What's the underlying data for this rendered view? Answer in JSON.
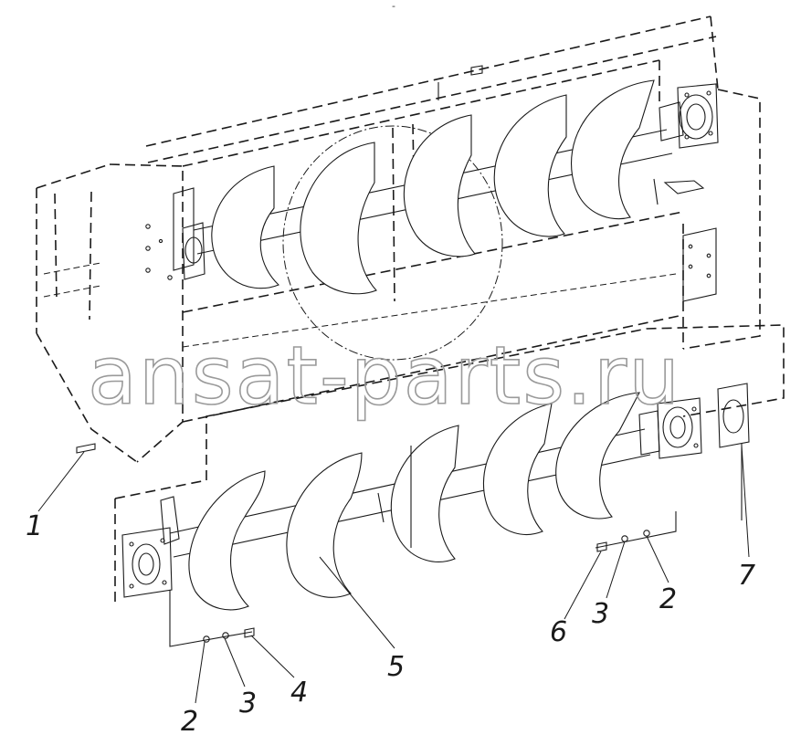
{
  "watermark": "ansat-parts.ru",
  "top_mark": "-",
  "callouts": [
    {
      "id": "c1",
      "text": "1"
    },
    {
      "id": "c2a",
      "text": "2"
    },
    {
      "id": "c3a",
      "text": "3"
    },
    {
      "id": "c4",
      "text": "4"
    },
    {
      "id": "c5",
      "text": "5"
    },
    {
      "id": "c6",
      "text": "6"
    },
    {
      "id": "c3b",
      "text": "3"
    },
    {
      "id": "c2b",
      "text": "2"
    },
    {
      "id": "c7",
      "text": "7"
    }
  ]
}
